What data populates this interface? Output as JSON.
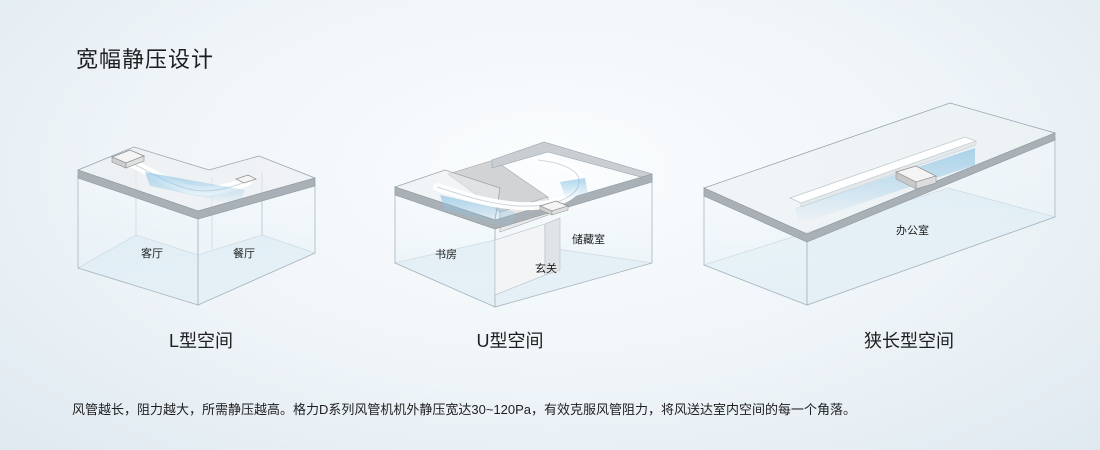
{
  "title": "宽幅静压设计",
  "diagrams": [
    {
      "caption": "L型空间",
      "rooms": [
        "客厅",
        "餐厅"
      ]
    },
    {
      "caption": "U型空间",
      "rooms": [
        "书房",
        "玄关",
        "储藏室"
      ]
    },
    {
      "caption": "狭长型空间",
      "rooms": [
        "办公室"
      ]
    }
  ],
  "description": "风管越长，阻力越大，所需静压越高。格力D系列风管机机外静压宽达30~120Pa，有效克服风管阻力，将风送达室内空间的每一个角落。"
}
